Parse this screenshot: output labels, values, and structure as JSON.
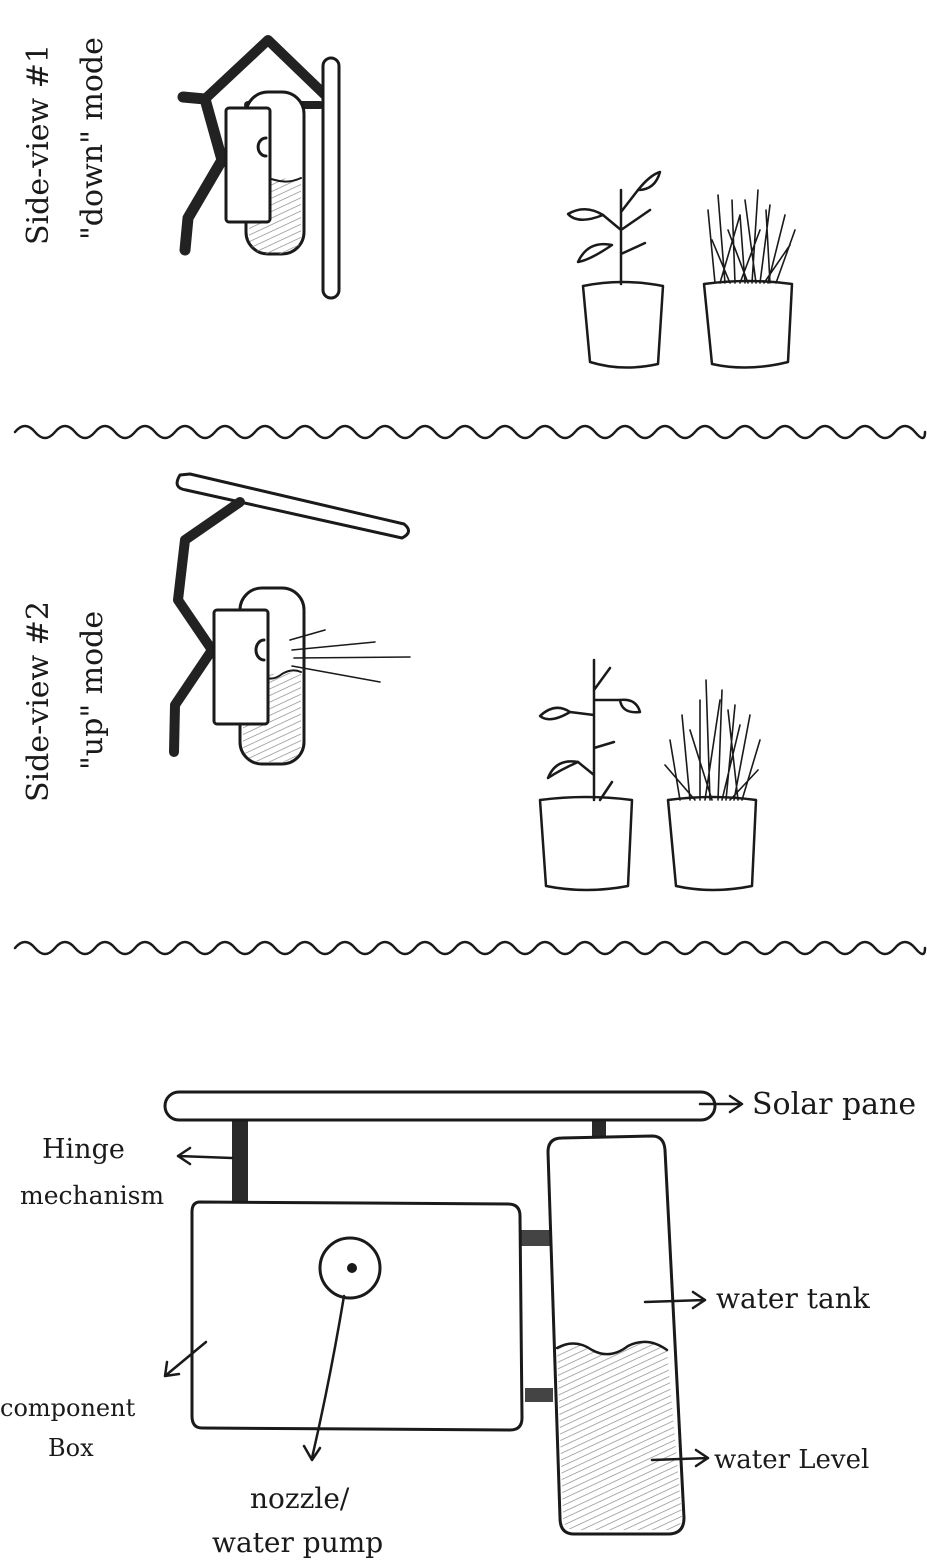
{
  "panels": {
    "side1": {
      "line1": "Side-view #1",
      "line2": "\"down\" mode"
    },
    "side2": {
      "line1": "Side-view #2",
      "line2": "\"up\" mode"
    }
  },
  "labels": {
    "solar_panel": "Solar pane",
    "hinge_line1": "Hinge",
    "hinge_line2": "mechanism",
    "water_tank": "water tank",
    "component_line1": "component",
    "component_line2": "Box",
    "water_level": "water Level",
    "nozzle_line1": "nozzle/",
    "nozzle_line2": "water pump"
  },
  "colors": {
    "ink": "#1a1a1a",
    "pencil_shade": "#8a8a8a",
    "paper": "#ffffff"
  }
}
